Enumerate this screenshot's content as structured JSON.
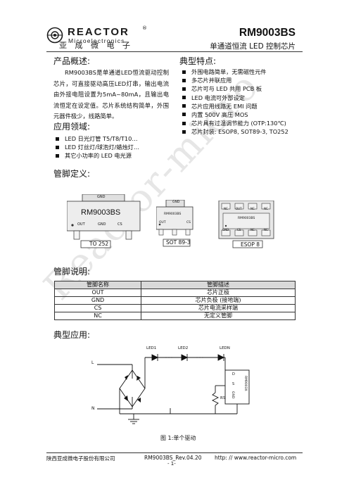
{
  "header": {
    "brand_name": "REACTOR",
    "brand_sub": "Microelectronics",
    "brand_reg": "®",
    "brand_cn": "亚 成 微 电 子",
    "part_number": "RM9003BS",
    "subtitle": "单通道恒流 LED 控制芯片"
  },
  "watermark": "Reactor-micro",
  "overview": {
    "title": "产品概述:",
    "paragraph": "RM9003BS是单通道LED恒流驱动控制芯片，可直接驱动高压LED灯串，输出电流由外接电阻设置为5mA~80mA，且输出电流恒定在设定值。芯片系统结构简单，外围元器件极少，线路简单。"
  },
  "applications": {
    "title": "应用领域:",
    "items": [
      "LED 日光灯管 T5/T8/T10…",
      "LED 灯丝灯/球泡灯/蜡烛灯…",
      "其它小功率的 LED 电光源"
    ]
  },
  "features": {
    "title": "典型特点:",
    "items": [
      "外围电路简单，无需磁性元件",
      "多芯片并联应用",
      "芯片可与 LED 共用 PCB 板",
      "LED 电流可外部设定",
      "芯片应用线路无 EMI 问题",
      "内置 500V 高压 MOS",
      "芯片具有过温调节能力 (OTP:130℃)",
      "芯片封装: ESOP8, SOT89-3, TO252"
    ]
  },
  "pin_definition": {
    "title": "管脚定义:",
    "to252": {
      "top_label": "GND",
      "chip": "RM9003BS",
      "pins": [
        "OUT",
        "GND",
        "CS"
      ],
      "caption": "TO 252"
    },
    "sot89": {
      "top_label": "GND",
      "chip": "RM9003BS",
      "pins": [
        "OUT",
        "CS"
      ],
      "caption": "SOT 89-3"
    },
    "esop8": {
      "top_pins": [
        "NC",
        "OUT",
        "NC",
        "NC"
      ],
      "chip": "RM9003BS",
      "bottom_pins": [
        "GND",
        "CS",
        "NC",
        "NC"
      ],
      "caption": "ESOP 8"
    }
  },
  "pin_description": {
    "title": "管脚说明:",
    "headers": [
      "管脚名称",
      "管脚描述"
    ],
    "rows": [
      [
        "OUT",
        "芯片正极"
      ],
      [
        "GND",
        "芯片负极 (接地端)"
      ],
      [
        "CS",
        "芯片电流采样端"
      ],
      [
        "NC",
        "无定义管脚"
      ]
    ]
  },
  "typical_application": {
    "title": "典型应用:",
    "labels": {
      "led1": "LED1",
      "led2": "LED2",
      "ledn": "LEDN",
      "l": "L",
      "n": "N",
      "rs": "RS",
      "d": "D",
      "s": "S",
      "gnd": "GND",
      "chip": "RM9003X"
    },
    "caption": "图 1:单个驱动"
  },
  "footer": {
    "company": "陕西亚成微电子股份有限公司",
    "doc": "RM9003BS_Rev.04.20",
    "url": "http: // www.reactor-micro.com",
    "page": "- 1-"
  }
}
